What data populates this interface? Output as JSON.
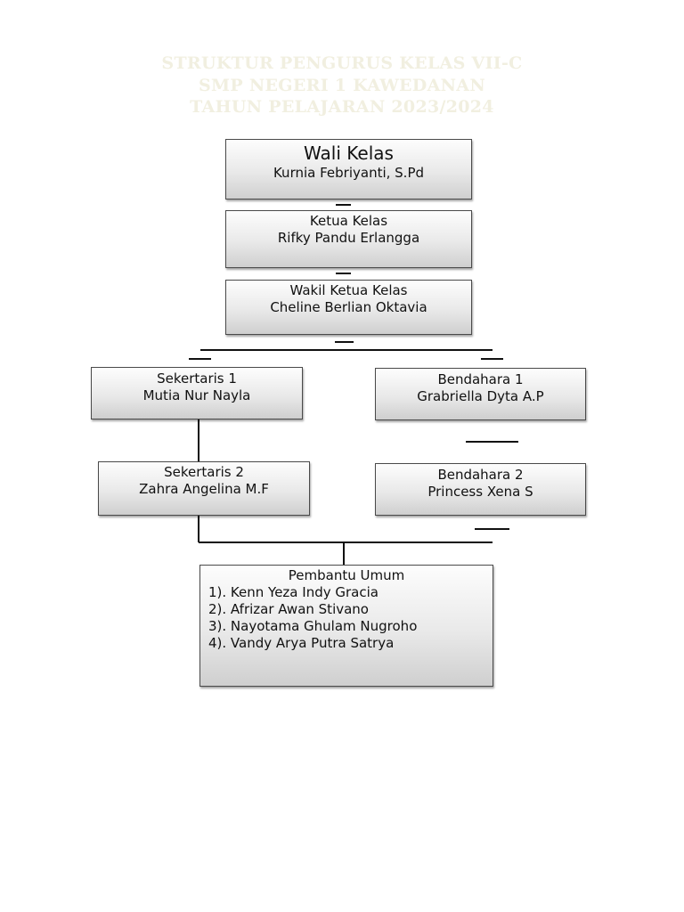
{
  "title": {
    "line1": "STRUKTUR PENGURUS KELAS VII-C",
    "line2": "SMP NEGERI 1 KAWEDANAN",
    "line3": "TAHUN PELAJARAN 2023/2024"
  },
  "wali": {
    "role": "Wali Kelas",
    "name": "Kurnia Febriyanti, S.Pd"
  },
  "ketua": {
    "role": "Ketua Kelas",
    "name": "Rifky Pandu Erlangga"
  },
  "wakil": {
    "role": "Wakil Ketua Kelas",
    "name": "Cheline Berlian Oktavia"
  },
  "sekretaris1": {
    "role": "Sekertaris 1",
    "name": "Mutia Nur Nayla"
  },
  "sekretaris2": {
    "role": "Sekertaris 2",
    "name": "Zahra Angelina M.F"
  },
  "bendahara1": {
    "role": "Bendahara 1",
    "name": "Grabriella Dyta A.P"
  },
  "bendahara2": {
    "role": "Bendahara 2",
    "name": "Princess Xena S"
  },
  "pembantu": {
    "role": "Pembantu Umum",
    "members": [
      "1). Kenn Yeza Indy Gracia",
      "2). Afrizar Awan Stivano",
      "3). Nayotama Ghulam Nugroho",
      "4). Vandy Arya Putra Satrya"
    ]
  },
  "colors": {
    "title": "#f1efe0",
    "border": "#4a4a4a",
    "connector": "#111111"
  }
}
